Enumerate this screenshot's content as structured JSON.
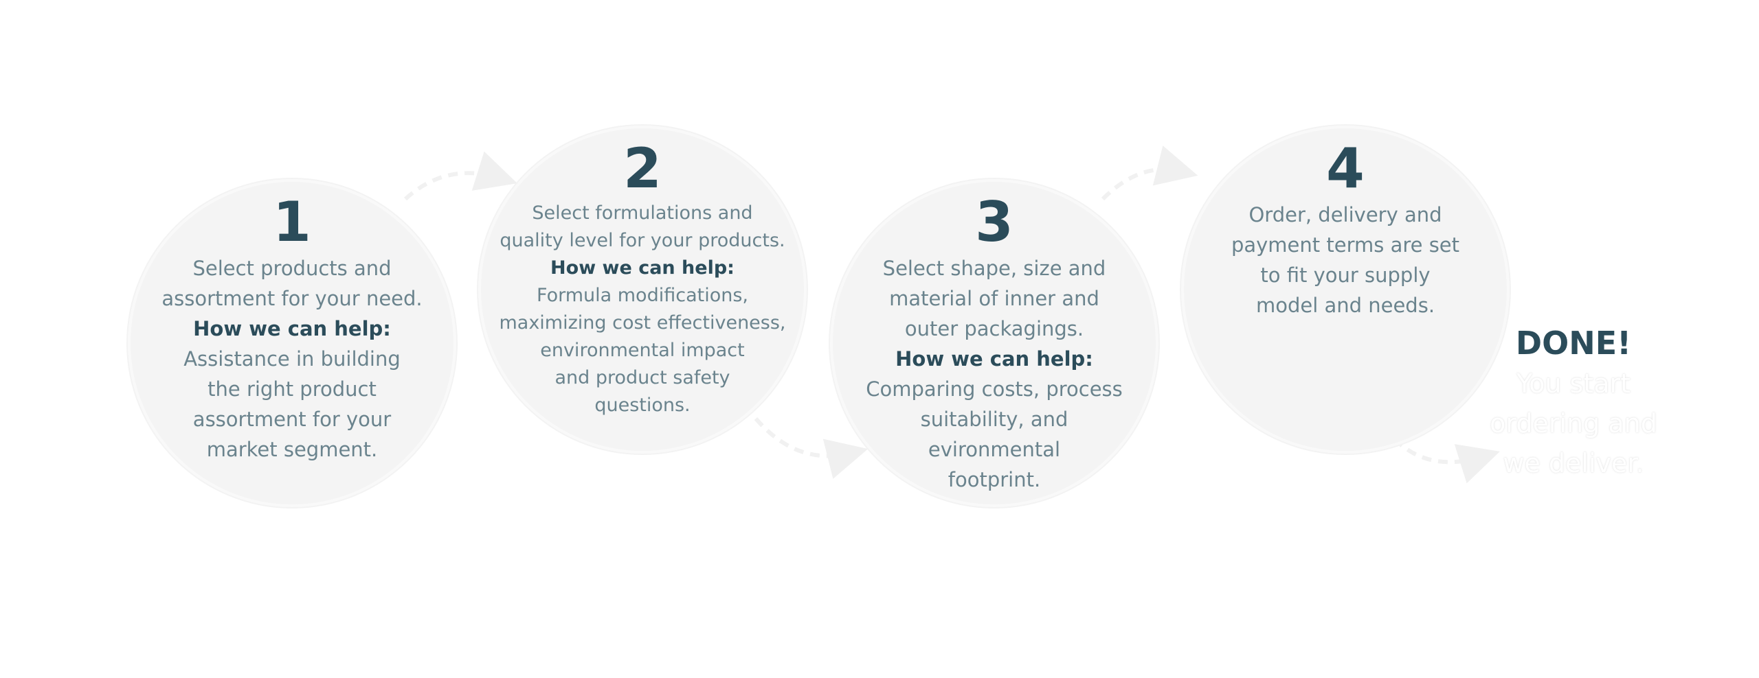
{
  "steps": [
    {
      "number": "1",
      "description": "Select products and\nassortment for your need.",
      "help_heading": "How we can help:",
      "help_text": "Assistance in building\nthe right product\nassortment for your\nmarket segment."
    },
    {
      "number": "2",
      "description": "Select formulations and\nquality level for your products.",
      "help_heading": "How we can help:",
      "help_text": "Formula modifications,\nmaximizing cost effectiveness,\nenvironmental impact\nand product safety\nquestions."
    },
    {
      "number": "3",
      "description": "Select shape, size and\nmaterial of inner and\nouter packagings.",
      "help_heading": "How we can help:",
      "help_text": "Comparing costs, process\nsuitability, and\nevironmental\nfootprint."
    },
    {
      "number": "4",
      "description": "Order, delivery and\npayment terms are set\nto fit your supply\nmodel and needs.",
      "help_heading": "",
      "help_text": ""
    }
  ],
  "done": {
    "title": "DONE!",
    "text": "You start\nordering and\nwe deliver."
  },
  "colors": {
    "heading": "#2b4c5a",
    "body_text": "#6a838d",
    "circle_fill": "#f4f4f4",
    "connector": "#f1f1f1"
  }
}
